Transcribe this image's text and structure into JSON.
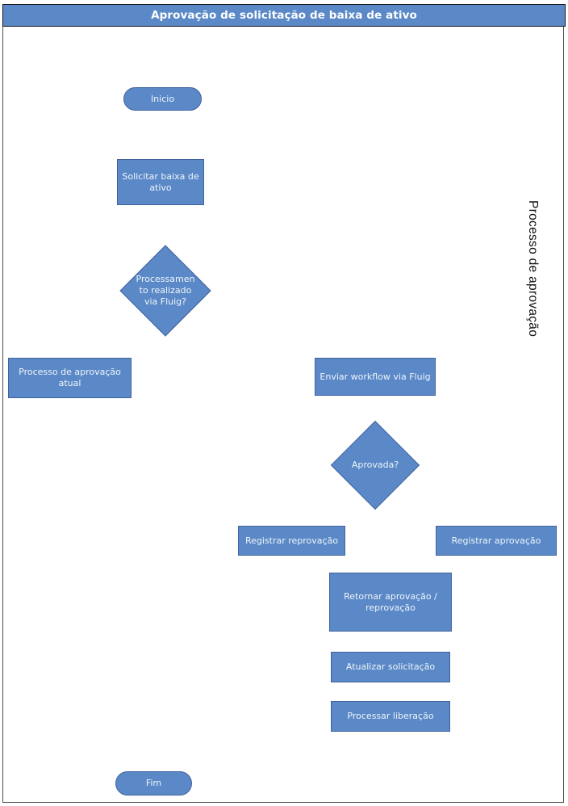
{
  "title": "Aprovação de solicitação de baixa de ativo",
  "lane": {
    "label": "Processo de aprovação"
  },
  "colors": {
    "shape_fill": "#5b89c7",
    "shape_border": "#41629e",
    "title_fill": "#5b89c7",
    "title_text": "#ffffff",
    "shape_text": "#eef4fa",
    "frame_border": "#4f4f4f"
  },
  "nodes": {
    "inicio": {
      "type": "terminator",
      "label": "Inicio"
    },
    "solicitar_baixa": {
      "type": "process",
      "label": "Solicitar baixa de\nativo"
    },
    "processamento_fluig": {
      "type": "decision",
      "label": "Processamen\nto realizado\nvia Fluig?"
    },
    "processo_atual": {
      "type": "process",
      "label": "Processo de aprovação\natual"
    },
    "enviar_workflow": {
      "type": "process",
      "label": "Enviar workflow via Fluig"
    },
    "aprovada": {
      "type": "decision",
      "label": "Aprovada?"
    },
    "registrar_reprovacao": {
      "type": "process",
      "label": "Registrar reprovação"
    },
    "registrar_aprovacao": {
      "type": "process",
      "label": "Registrar aprovação"
    },
    "retornar_aprovacao": {
      "type": "process",
      "label": "Retornar aprovação /\nreprovação"
    },
    "atualizar_solicitacao": {
      "type": "process",
      "label": "Atualizar solicitação"
    },
    "processar_liberacao": {
      "type": "process",
      "label": "Processar liberação"
    },
    "fim": {
      "type": "terminator",
      "label": "Fim"
    }
  }
}
